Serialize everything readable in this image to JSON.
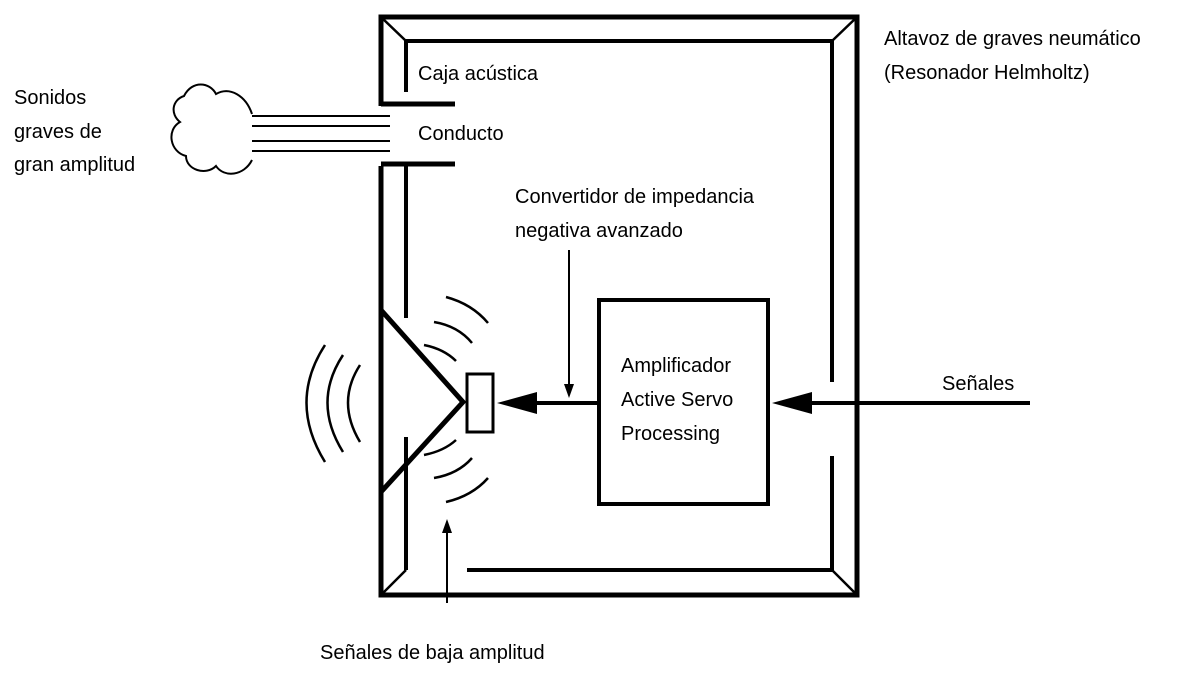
{
  "labels": {
    "woofer_title_line1": "Altavoz de graves neumático",
    "woofer_title_line2": "(Resonador Helmholtz)",
    "enclosure": "Caja acústica",
    "duct": "Conducto",
    "output_sound_line1": "Sonidos",
    "output_sound_line2": "graves de",
    "output_sound_line3": "gran amplitud",
    "converter_line1": "Convertidor de impedancia",
    "converter_line2": "negativa avanzado",
    "amplifier_line1": "Amplificador",
    "amplifier_line2": "Active Servo",
    "amplifier_line3": "Processing",
    "input_signals": "Señales",
    "low_amplitude": "Señales de baja amplitud"
  }
}
